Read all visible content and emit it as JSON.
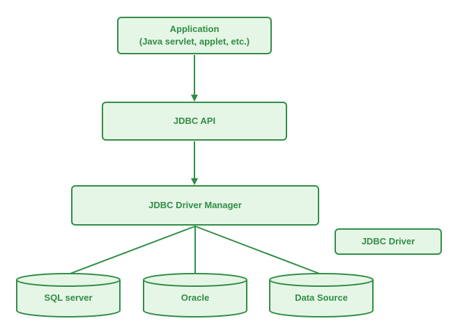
{
  "colors": {
    "stroke": "#2f8d46",
    "fill": "#e6f6e6",
    "text": "#2f8d46"
  },
  "application": {
    "line1": "Application",
    "line2": "(Java servlet, applet, etc.)"
  },
  "jdbc_api": {
    "label": "JDBC API"
  },
  "driver_manager": {
    "label": "JDBC Driver Manager"
  },
  "jdbc_driver": {
    "label": "JDBC Driver"
  },
  "databases": [
    {
      "label": "SQL server"
    },
    {
      "label": "Oracle"
    },
    {
      "label": "Data Source"
    }
  ]
}
